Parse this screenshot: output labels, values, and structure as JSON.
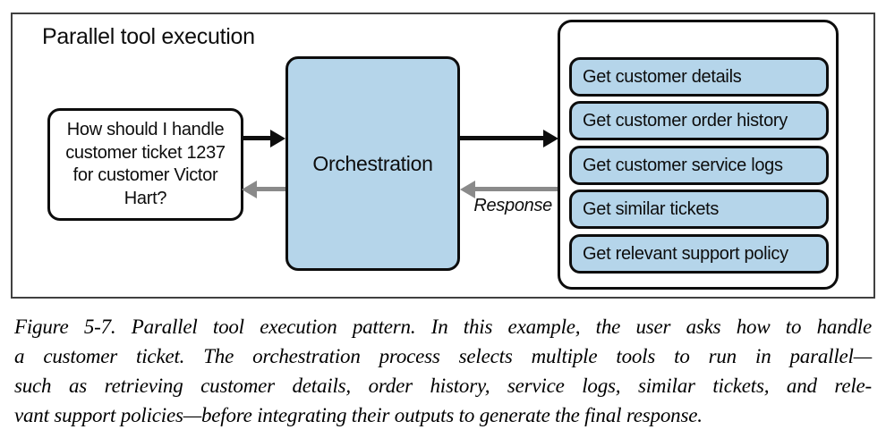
{
  "colors": {
    "node_fill": "#b5d5ea",
    "ink": "#0d0d0d",
    "gray_arrow": "#8a8a8a",
    "frame_border": "#404040"
  },
  "diagram": {
    "title": "Parallel tool execution",
    "user_query": {
      "lines": [
        "How should I handle",
        "customer ticket 1237",
        "for customer Victor",
        "Hart?"
      ]
    },
    "orchestration_label": "Orchestration",
    "response_label": "Response",
    "tools": [
      "Get customer details",
      "Get customer order history",
      "Get customer service logs",
      "Get similar tickets",
      "Get relevant support policy"
    ]
  },
  "caption": {
    "lines": [
      "Figure 5-7. Parallel tool execution pattern. In this example, the user asks how to handle",
      "a customer ticket. The orchestration process selects multiple tools to run in parallel—",
      "such as retrieving customer details, order history, service logs, similar tickets, and rele-",
      "vant support policies—before integrating their outputs to generate the final response."
    ]
  }
}
